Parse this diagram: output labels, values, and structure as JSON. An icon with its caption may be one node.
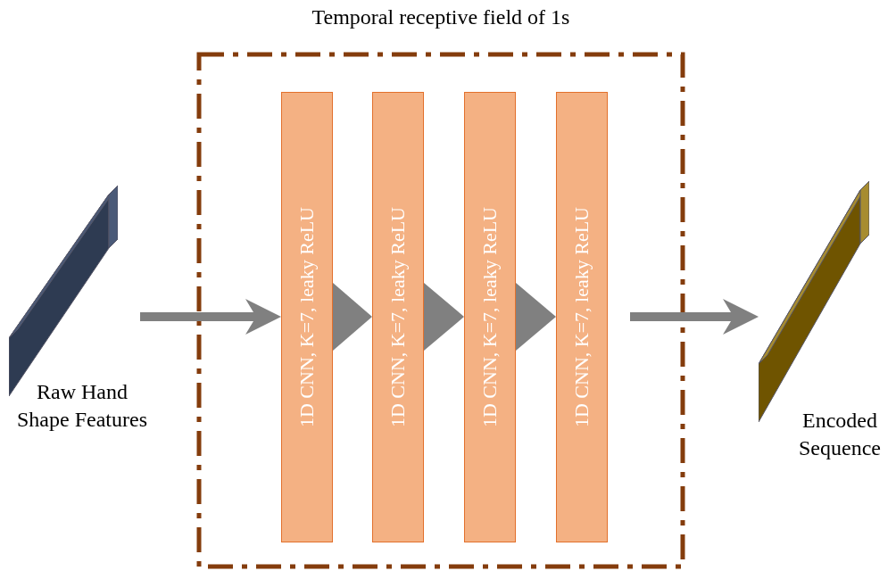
{
  "diagram": {
    "nodes": [
      {
        "text": [
          "Temporal receptive field of 1s"
        ]
      },
      {
        "text": [
          "1D CNN, K=7, leaky ReLU"
        ],
        "in": 0
      },
      {
        "text": [
          "1D CNN, K=7, leaky ReLU"
        ],
        "in": 0
      },
      {
        "text": [
          "1D CNN, K=7, leaky ReLU"
        ],
        "in": 0
      },
      {
        "text": [
          "1D CNN, K=7, leaky ReLU"
        ],
        "in": 0
      },
      {
        "text": [],
        "shape": "picture",
        "beside": [
          "Raw Hand Shape Features"
        ]
      },
      {
        "text": [],
        "shape": "picture",
        "beside": [
          "Encoded Sequence"
        ]
      }
    ],
    "edges": [
      {
        "from": 5,
        "to": 1,
        "arrow": "to"
      },
      {
        "from": 1,
        "to": 2,
        "arrow": "to"
      },
      {
        "from": 2,
        "to": 3,
        "arrow": "to"
      },
      {
        "from": 3,
        "to": 4,
        "arrow": "to"
      },
      {
        "from": 4,
        "to": 6,
        "arrow": "to"
      }
    ]
  }
}
